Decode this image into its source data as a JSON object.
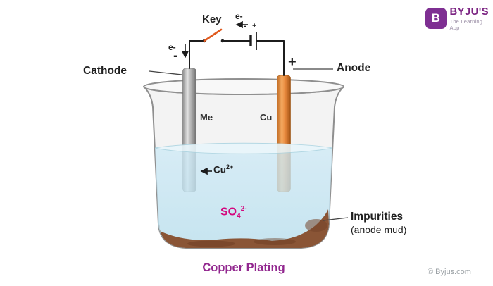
{
  "header": {
    "logo": {
      "letter": "B",
      "brand": "BYJU'S",
      "tagline": "The Learning App"
    }
  },
  "circuit": {
    "key_label": "Key",
    "electron_flow_top": "e-",
    "electron_flow_left": "e-",
    "battery_negative": "-",
    "battery_positive": "+",
    "cathode_polarity": "-",
    "anode_polarity": "+"
  },
  "diagram": {
    "cathode_label": "Cathode",
    "anode_label": "Anode",
    "cathode_material": "Me",
    "anode_material": "Cu",
    "copper_ion": {
      "base": "Cu",
      "charge": "2+"
    },
    "sulfate_ion": {
      "base": "SO",
      "subscript": "4",
      "charge": "2-"
    },
    "impurities_label": "Impurities",
    "impurities_note": "(anode mud)"
  },
  "footer": {
    "title": "Copper Plating",
    "copyright": "© Byjus.com"
  },
  "colors": {
    "solution_blue": "#c9e8f4",
    "cathode_gray": "#b5b5b5",
    "anode_orange": "#e8883c",
    "impurities_brown": "#8a5536",
    "ion_magenta": "#d4087e",
    "title_purple": "#92278f",
    "brand_purple": "#7b2382",
    "key_orange": "#e05a1e"
  }
}
